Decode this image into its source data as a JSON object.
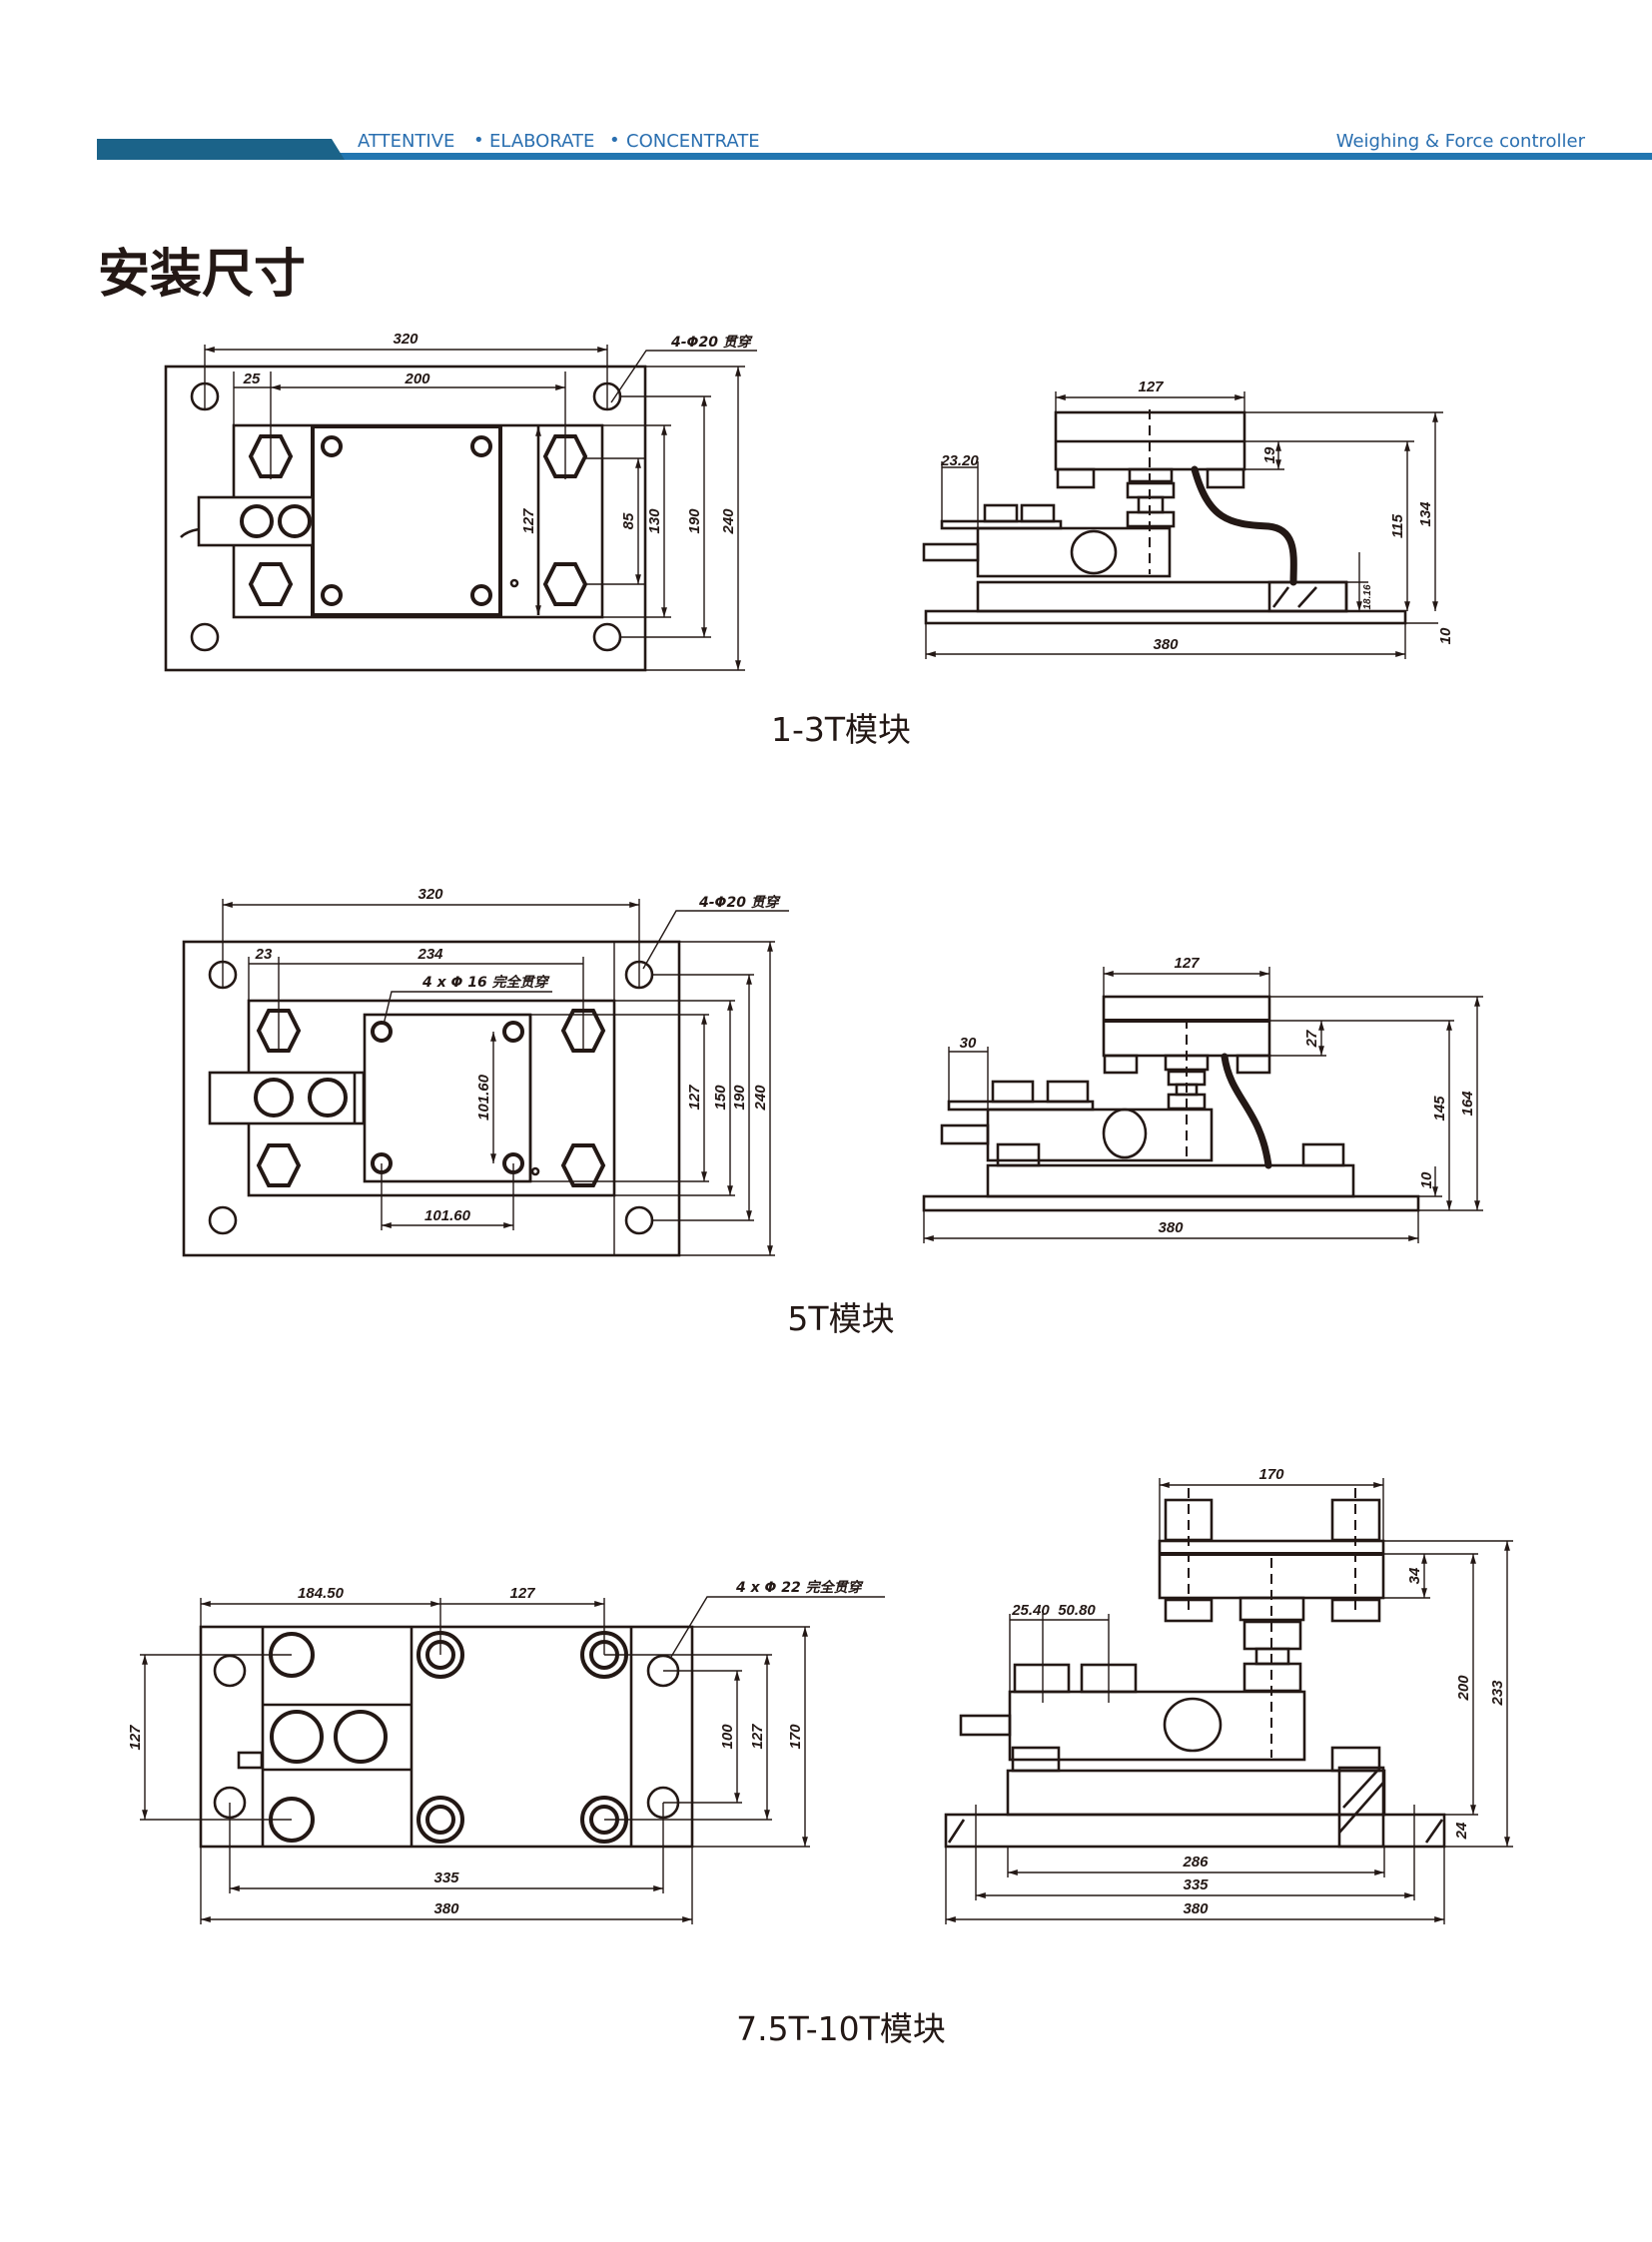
{
  "header": {
    "tagline": [
      "ATTENTIVE",
      "ELABORATE",
      "CONCENTRATE"
    ],
    "separator": "•",
    "brand": "Weighing & Force controller",
    "colors": {
      "band": "#2276b0",
      "tab": "#1b6389",
      "text": "#2a6fb0"
    }
  },
  "page_title": "安装尺寸",
  "modules": [
    {
      "caption": "1-3T模块",
      "top": {
        "w320": "320",
        "w25": "25",
        "w200": "200",
        "hole_note": "4-Φ20 贯穿",
        "h127": "127",
        "h85": "85",
        "h130": "130",
        "h190": "190",
        "h240": "240"
      },
      "side": {
        "w127": "127",
        "w23": "23.20",
        "h19": "19",
        "h115": "115",
        "h134": "134",
        "h18": "18.16",
        "h10": "10",
        "w380": "380"
      }
    },
    {
      "caption": "5T模块",
      "top": {
        "w320": "320",
        "w23": "23",
        "w234": "234",
        "hole_note": "4-Φ20 贯穿",
        "inner_note": "4 x Φ 16 完全贯穿",
        "v101": "101.60",
        "h101": "101.60",
        "h127": "127",
        "h150": "150",
        "h190": "190",
        "h240": "240"
      },
      "side": {
        "w127": "127",
        "w30": "30",
        "h27": "27",
        "h145": "145",
        "h164": "164",
        "h10": "10",
        "w380": "380"
      }
    },
    {
      "caption": "7.5T-10T模块",
      "top": {
        "w184": "184.50",
        "w127": "127",
        "hole_note": "4 x Φ 22 完全贯穿",
        "hl127": "127",
        "h100": "100",
        "hr127": "127",
        "h170": "170",
        "w335": "335",
        "w380": "380"
      },
      "side": {
        "w170": "170",
        "w25": "25.40",
        "w50": "50.80",
        "h34": "34",
        "h200": "200",
        "h233": "233",
        "h24": "24",
        "w286": "286",
        "w335": "335",
        "w380": "380"
      }
    }
  ]
}
